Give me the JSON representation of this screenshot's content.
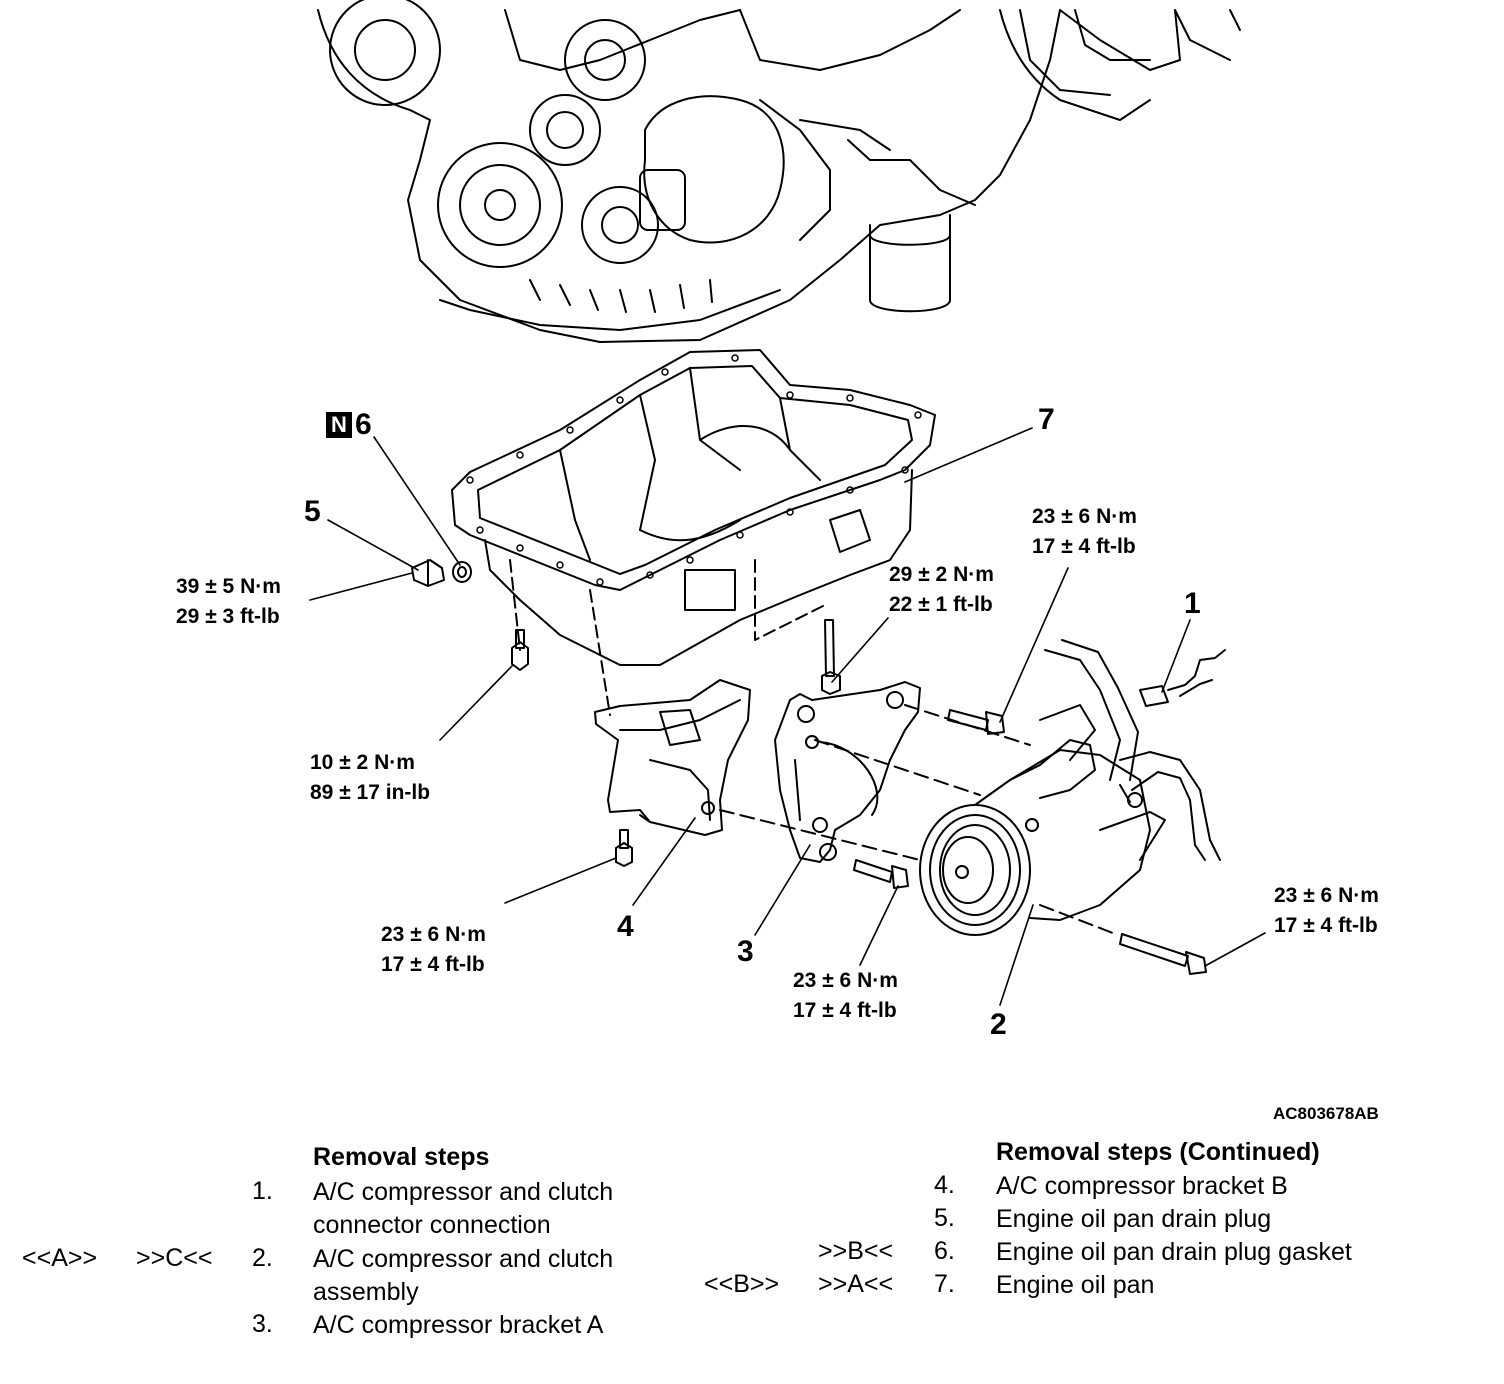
{
  "figure_code": "AC803678AB",
  "callouts": [
    {
      "id": "1",
      "text": "1"
    },
    {
      "id": "2",
      "text": "2"
    },
    {
      "id": "3",
      "text": "3"
    },
    {
      "id": "4",
      "text": "4"
    },
    {
      "id": "5",
      "text": "5"
    },
    {
      "id": "6",
      "text": "6",
      "badge": "N"
    },
    {
      "id": "7",
      "text": "7"
    }
  ],
  "torque_specs": [
    {
      "metric": "39 ± 5 N·m",
      "imperial": "29 ± 3 ft-lb"
    },
    {
      "metric": "10 ± 2 N·m",
      "imperial": "89 ± 17 in-lb"
    },
    {
      "metric": "23 ± 6 N·m",
      "imperial": "17 ± 4 ft-lb"
    },
    {
      "metric": "23 ± 6 N·m",
      "imperial": "17 ± 4 ft-lb"
    },
    {
      "metric": "29 ± 2 N·m",
      "imperial": "22 ± 1 ft-lb"
    },
    {
      "metric": "23 ± 6 N·m",
      "imperial": "17 ± 4 ft-lb"
    },
    {
      "metric": "23 ± 6 N·m",
      "imperial": "17 ± 4 ft-lb"
    }
  ],
  "removal_steps_left": {
    "heading": "Removal steps",
    "items": [
      {
        "number": "1.",
        "label": "A/C compressor and clutch connector connection",
        "refs": [
          "",
          ""
        ]
      },
      {
        "number": "2.",
        "label": "A/C compressor and clutch assembly",
        "refs": [
          "<<A>>",
          ">>C<<"
        ]
      },
      {
        "number": "3.",
        "label": "A/C compressor bracket A",
        "refs": [
          "",
          ""
        ]
      }
    ]
  },
  "removal_steps_right": {
    "heading": "Removal steps (Continued)",
    "items": [
      {
        "number": "4.",
        "label": "A/C compressor bracket B",
        "refs": [
          "",
          ""
        ]
      },
      {
        "number": "5.",
        "label": "Engine oil pan drain plug",
        "refs": [
          "",
          ""
        ]
      },
      {
        "number": "6.",
        "label": "Engine oil pan drain plug gasket",
        "refs": [
          "",
          ">>B<<"
        ]
      },
      {
        "number": "7.",
        "label": "Engine oil pan",
        "refs": [
          "<<B>>",
          ">>A<<"
        ]
      }
    ]
  }
}
